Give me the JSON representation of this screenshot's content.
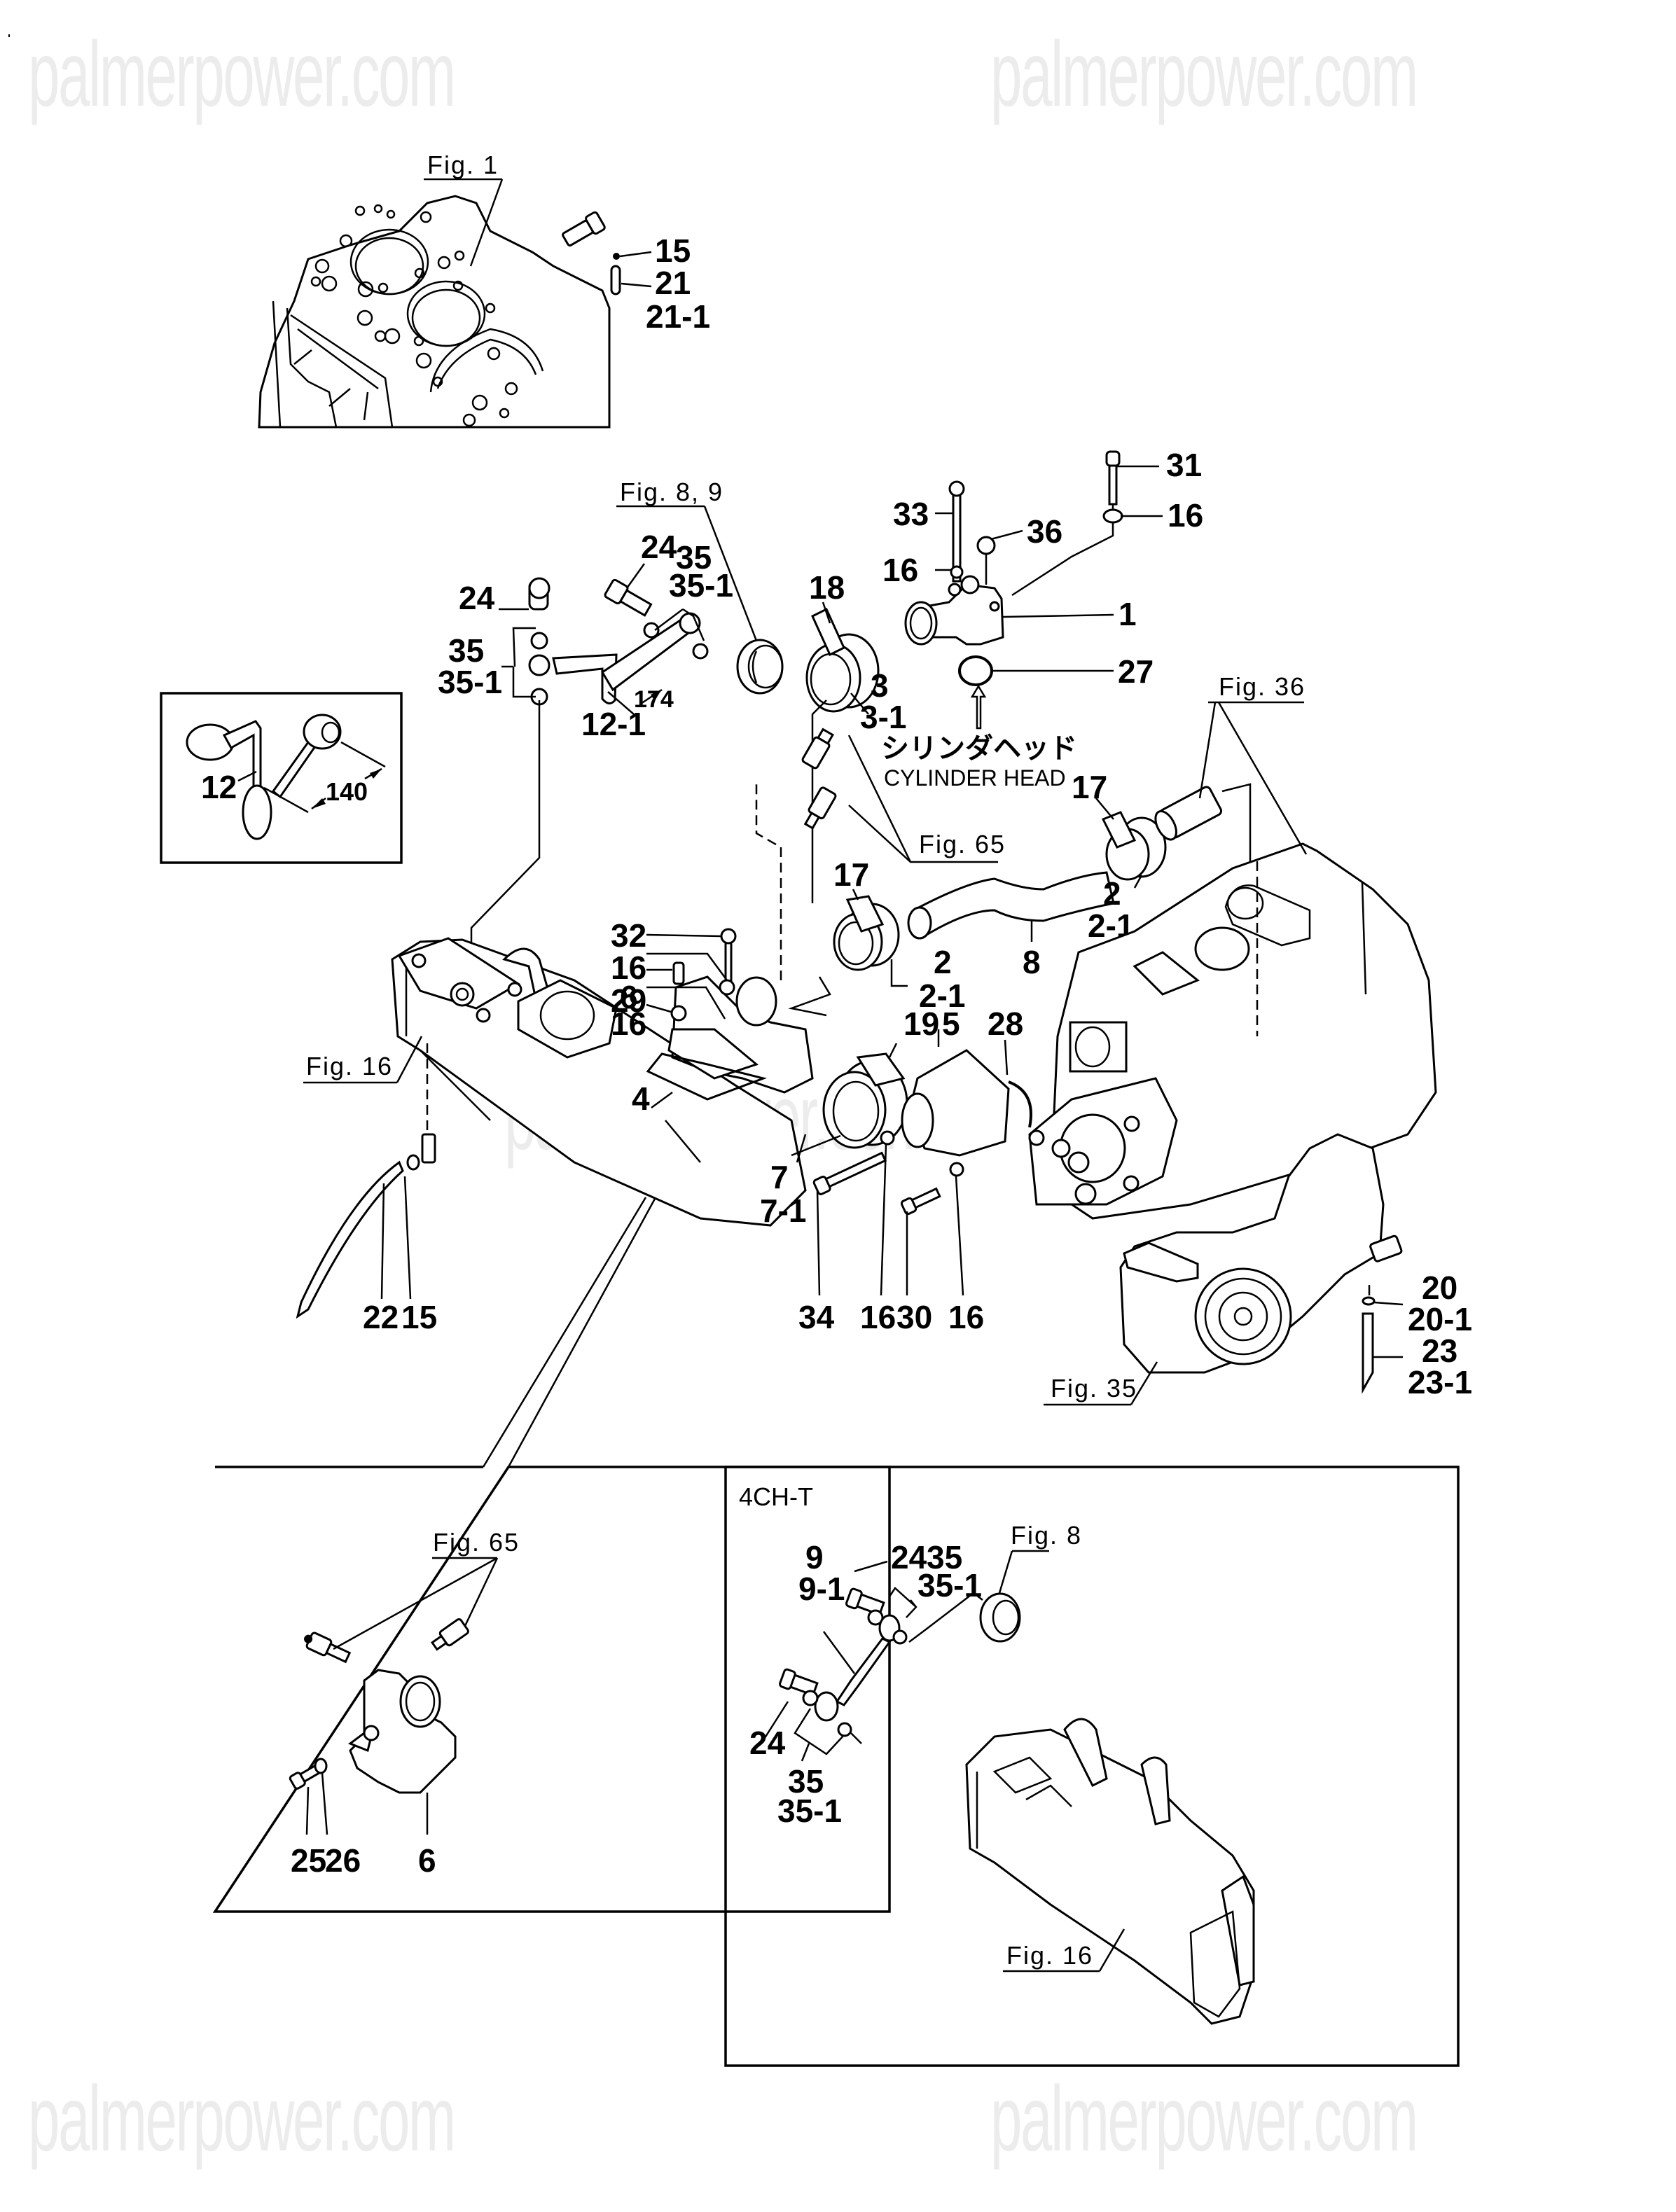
{
  "watermark": "palmerpower.com",
  "figure_refs": {
    "fig1": "Fig. 1",
    "fig8_9": "Fig. 8, 9",
    "fig65_main": "Fig. 65",
    "fig16_main": "Fig. 16",
    "fig36": "Fig. 36",
    "fig35": "Fig. 35",
    "fig65_inset": "Fig. 65",
    "fig8_inset": "Fig. 8",
    "fig16_inset": "Fig. 16"
  },
  "annotations": {
    "cylinder_head_jp": "シリンダヘッド",
    "cylinder_head_en": "CYLINDER HEAD",
    "dim_174": "174",
    "dim_140": "140",
    "variant_label": "4CH-T"
  },
  "callouts": {
    "top": [
      "15",
      "21",
      "21-1"
    ],
    "upper": {
      "c24a": "24",
      "c24b": "24",
      "c35a": "35",
      "c351a": "35-1",
      "c35b": "35",
      "c351b": "35-1",
      "c121": "12-1",
      "c18": "18",
      "c3": "3",
      "c31": "3-1",
      "c33": "33",
      "c16a": "16",
      "c36": "36",
      "c31b": "31",
      "c16b": "16",
      "c1": "1",
      "c27": "27"
    },
    "inset12": {
      "c12": "12"
    },
    "middle": {
      "c32": "32",
      "c16c": "16",
      "c6": "6",
      "c29": "29",
      "c16d": "16",
      "c4": "4",
      "c17a": "17",
      "c2a": "2",
      "c21a": "2-1",
      "c17b": "17",
      "c2b": "2",
      "c21b": "2-1",
      "c8": "8",
      "c19": "19",
      "c5": "5",
      "c28": "28",
      "c7": "7",
      "c71": "7-1"
    },
    "bottom": {
      "c22": "22",
      "c15": "15",
      "c34": "34",
      "c16e": "16",
      "c30": "30",
      "c16f": "16",
      "c20": "20",
      "c201": "20-1",
      "c23": "23",
      "c231": "23-1"
    },
    "inset_left": {
      "c25": "25",
      "c26": "26",
      "c6": "6"
    },
    "inset_right": {
      "c9": "9",
      "c91": "9-1",
      "c24a": "24",
      "c35a": "35",
      "c351a": "35-1",
      "c24b": "24",
      "c35b": "35",
      "c351b": "35-1"
    }
  }
}
